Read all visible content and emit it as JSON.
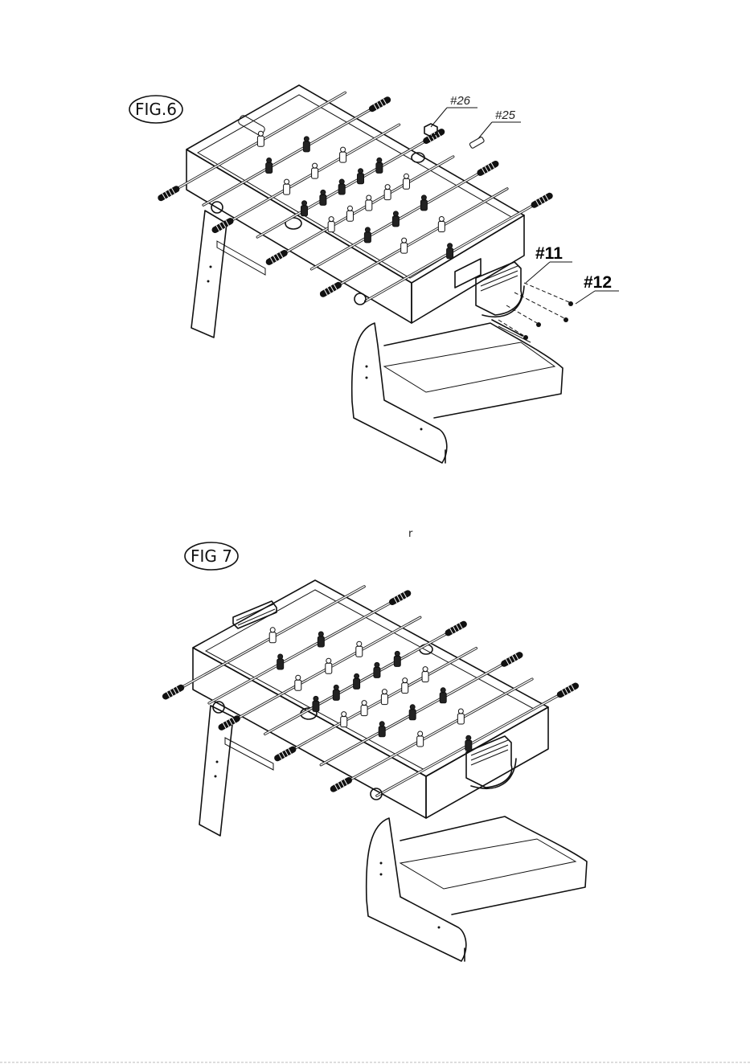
{
  "figures": [
    {
      "id": "fig6",
      "label": "FIG.6",
      "callouts": [
        {
          "text": "#26",
          "style": "small"
        },
        {
          "text": "#25",
          "style": "small"
        },
        {
          "text": "#11",
          "style": "large"
        },
        {
          "text": "#12",
          "style": "large"
        }
      ]
    },
    {
      "id": "fig7",
      "label": "FIG 7",
      "callouts": []
    }
  ],
  "stray_mark": "r",
  "colors": {
    "line": "#111111",
    "background": "#ffffff",
    "handle": "#222222"
  }
}
